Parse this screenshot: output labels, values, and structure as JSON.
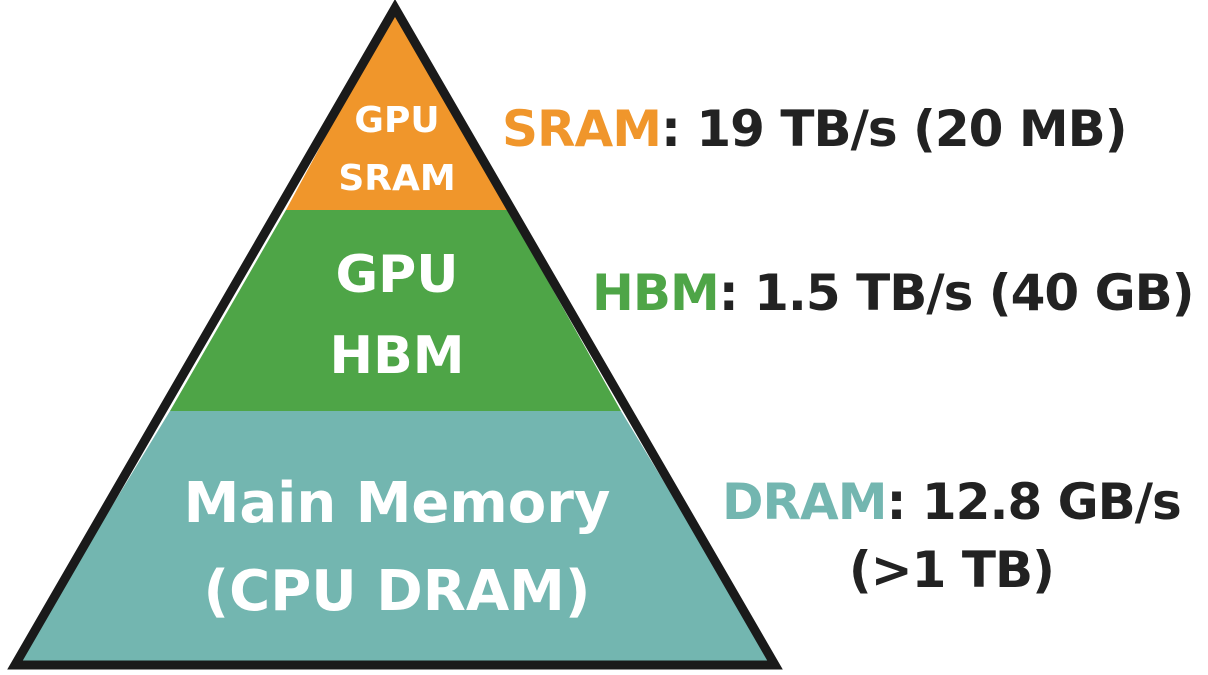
{
  "colors": {
    "sram": "#F0962B",
    "hbm": "#4EA547",
    "dram": "#73B6B0",
    "outline": "#1a1a1a",
    "text_dark": "#222222",
    "text_light": "#ffffff"
  },
  "tiers": {
    "sram": {
      "line1": "GPU",
      "line2": "SRAM",
      "name": "SRAM",
      "detail": ": 19 TB/s (20 MB)"
    },
    "hbm": {
      "line1": "GPU",
      "line2": "HBM",
      "name": "HBM",
      "detail": ": 1.5 TB/s (40 GB)"
    },
    "dram": {
      "line1": "Main Memory",
      "line2": "(CPU DRAM)",
      "name": "DRAM",
      "detail": ": 12.8 GB/s",
      "detail2": "(>1 TB)"
    }
  }
}
